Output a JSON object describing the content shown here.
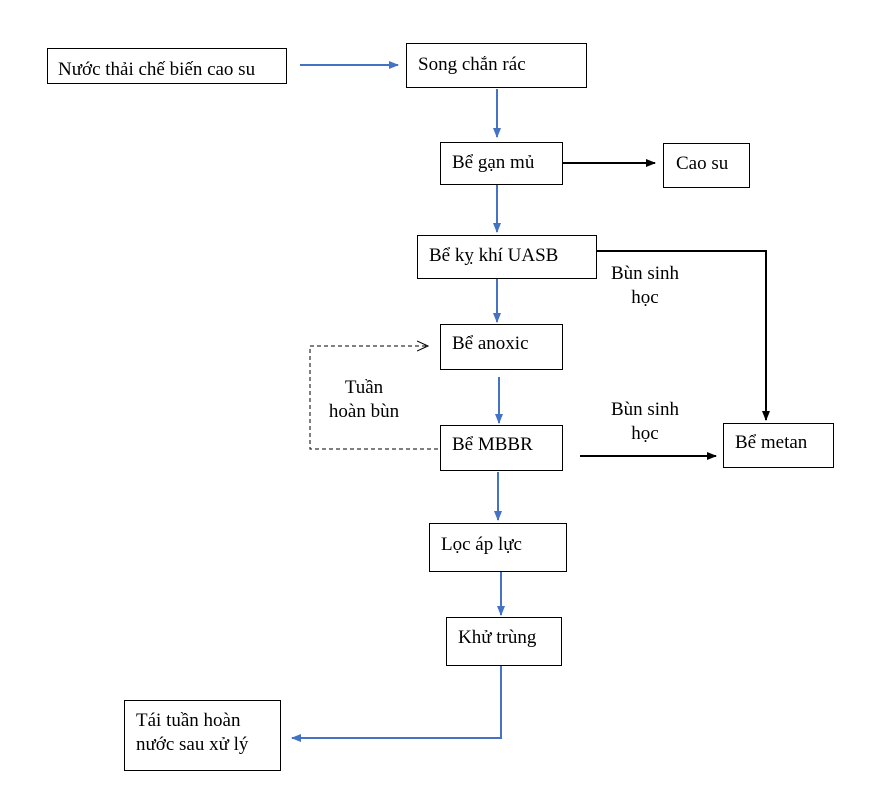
{
  "nodes": {
    "wastewater": "Nước thải chế biến cao su",
    "screen": "Song chắn rác",
    "latex_trap": "Bể gạn mủ",
    "rubber": "Cao su",
    "uasb": "Bể kỵ khí UASB",
    "anoxic": "Bể anoxic",
    "mbbr": "Bể MBBR",
    "pressure_filter": "Lọc áp lực",
    "disinfection": "Khử trùng",
    "reuse_line1": "Tái tuần hoàn",
    "reuse_line2": "nước sau xử lý",
    "methane": "Bể metan"
  },
  "labels": {
    "sludge_uasb_line1": "Bùn sinh",
    "sludge_uasb_line2": "học",
    "sludge_mbbr_line1": "Bùn sinh",
    "sludge_mbbr_line2": "học",
    "recirc_line1": "Tuần",
    "recirc_line2": "hoàn bùn"
  },
  "colors": {
    "flow_arrow": "#4472C4",
    "side_arrow": "#000000",
    "box_border": "#000000"
  }
}
